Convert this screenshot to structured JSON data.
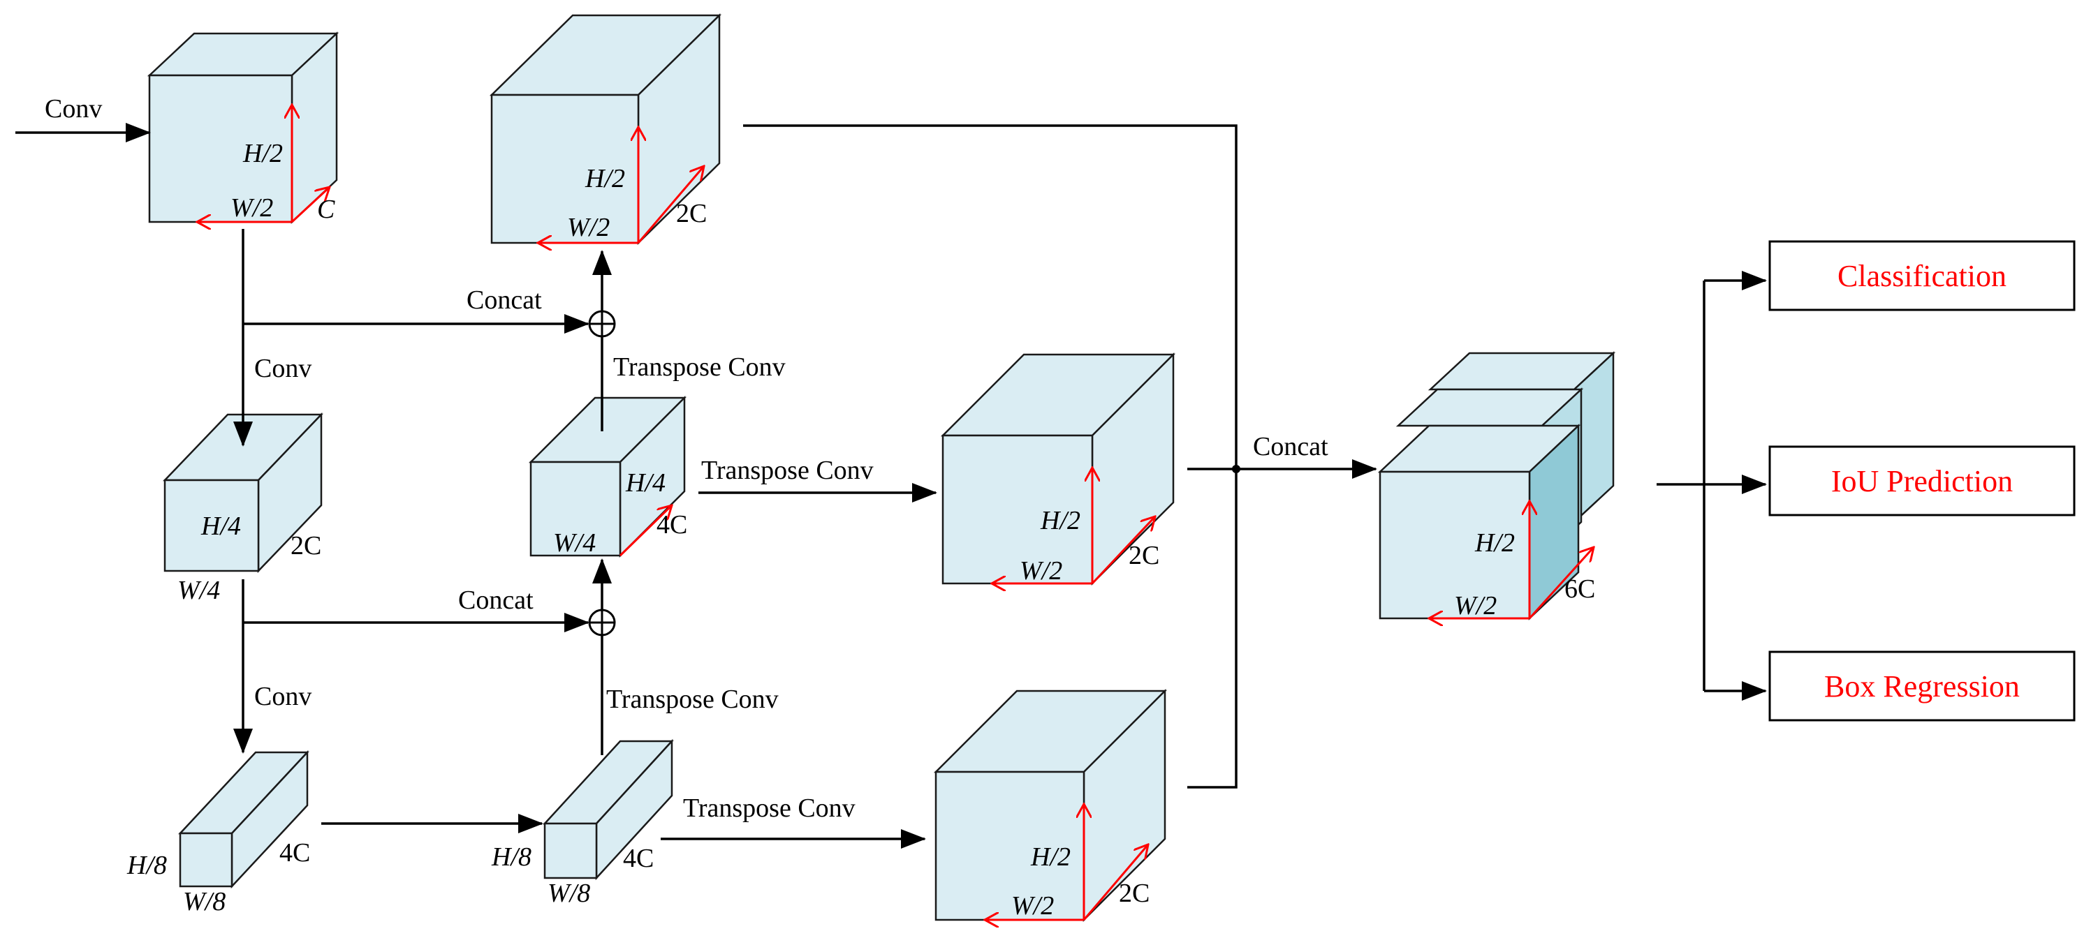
{
  "labels": {
    "conv": "Conv",
    "concat": "Concat",
    "transpose_conv": "Transpose Conv"
  },
  "dims": {
    "h2": "H/2",
    "w2": "W/2",
    "c": "C",
    "c2": "2C",
    "h4": "H/4",
    "w4": "W/4",
    "c4": "4C",
    "h8": "H/8",
    "w8": "W/8",
    "c6": "6C"
  },
  "outputs": {
    "classification": "Classification",
    "iou": "IoU Prediction",
    "box": "Box Regression"
  },
  "colors": {
    "cube_fill": "#daedf3",
    "cube_dark": "#8fc9d6",
    "dim_arrow": "#ff0000",
    "output_text": "#ff0000"
  }
}
